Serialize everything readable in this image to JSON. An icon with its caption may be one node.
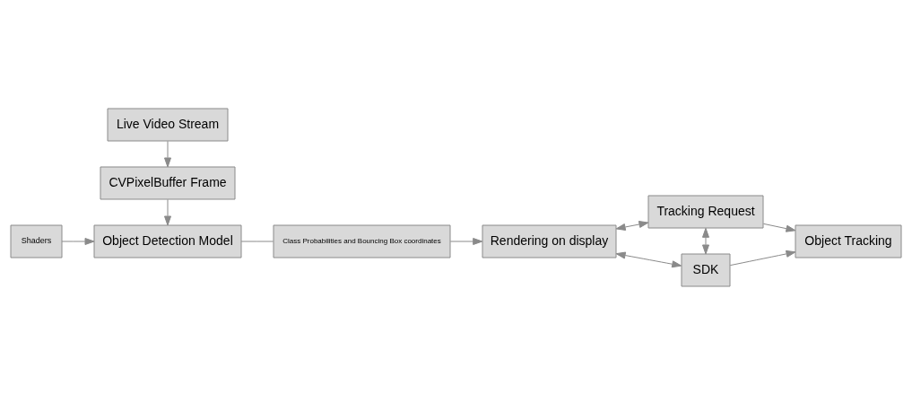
{
  "diagram": {
    "nodes": [
      {
        "text": [
          "Live Video Stream"
        ]
      },
      {
        "text": [
          "CVPixelBuffer Frame"
        ]
      },
      {
        "text": [
          "Object Detection Model"
        ]
      },
      {
        "text": [
          "Shaders"
        ]
      },
      {
        "text": [
          "Class Probabilities and Bouncing Box coordinates"
        ]
      },
      {
        "text": [
          "Rendering on display"
        ]
      },
      {
        "text": [
          "Tracking Request"
        ]
      },
      {
        "text": [
          "SDK"
        ]
      },
      {
        "text": [
          "Object Tracking"
        ]
      }
    ],
    "edges": [
      {
        "from": 0,
        "to": 1,
        "arrow": "to"
      },
      {
        "from": 1,
        "to": 2,
        "arrow": "to"
      },
      {
        "from": 3,
        "to": 2,
        "arrow": "to"
      },
      {
        "from": 2,
        "to": 4,
        "arrow": "none"
      },
      {
        "from": 4,
        "to": 5,
        "arrow": "to"
      },
      {
        "from": 5,
        "to": 6,
        "arrow": "both"
      },
      {
        "from": 5,
        "to": 7,
        "arrow": "both"
      },
      {
        "from": 6,
        "to": 7,
        "arrow": "both"
      },
      {
        "from": 6,
        "to": 8,
        "arrow": "to"
      },
      {
        "from": 7,
        "to": 8,
        "arrow": "to"
      }
    ]
  }
}
